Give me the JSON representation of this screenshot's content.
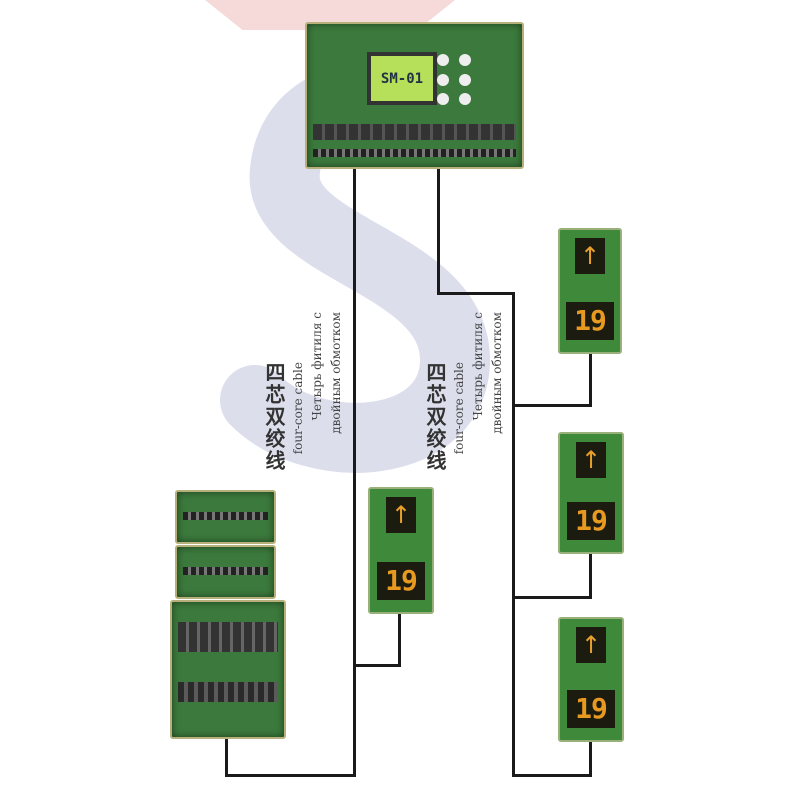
{
  "main_board": {
    "lcd_text": "SM-01"
  },
  "cable_labels": [
    {
      "chinese": "四芯双绞线",
      "english": "four-core cable",
      "russian_1": "Четырь фитиля с",
      "russian_2": "двойным обмотком"
    },
    {
      "chinese": "四芯双绞线",
      "english": "four-core cable",
      "russian_1": "Четырь фитиля с",
      "russian_2": "двойным обмотком"
    }
  ],
  "displays": [
    {
      "arrow": "↑",
      "floor": "19"
    },
    {
      "arrow": "↑",
      "floor": "19"
    },
    {
      "arrow": "↑",
      "floor": "19"
    },
    {
      "arrow": "↑",
      "floor": "19"
    }
  ]
}
